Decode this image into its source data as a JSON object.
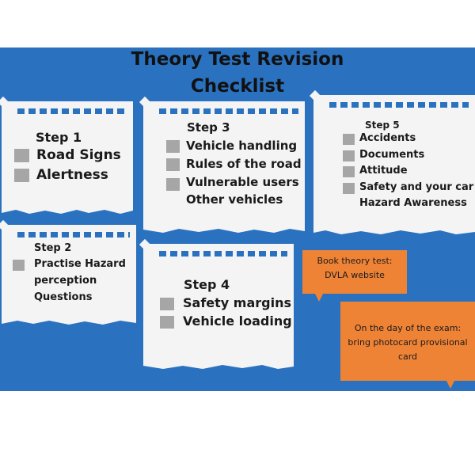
{
  "title": {
    "line1": "Theory Test Revision",
    "line2": "Checklist"
  },
  "colors": {
    "background": "#2a72c0",
    "card": "#f4f4f4",
    "checkbox": "#a6a6a6",
    "note": "#ee8336"
  },
  "steps": {
    "step1": {
      "label": "Step 1",
      "items": [
        "Road Signs",
        "Alertness"
      ]
    },
    "step2": {
      "label": "Step 2",
      "items": [
        "Practise Hazard",
        "perception",
        "Questions"
      ]
    },
    "step3": {
      "label": "Step 3",
      "items": [
        "Vehicle handling",
        "Rules of the road",
        "Vulnerable users",
        "Other vehicles"
      ]
    },
    "step4": {
      "label": "Step 4",
      "items": [
        "Safety margins",
        "Vehicle loading"
      ]
    },
    "step5": {
      "label": "Step 5",
      "items": [
        "Accidents",
        "Documents",
        "Attitude",
        "Safety and your car",
        "Hazard Awareness"
      ]
    }
  },
  "notes": {
    "book": {
      "line1": "Book theory test:",
      "line2": "DVLA website"
    },
    "exam": {
      "line1": "On the day of the exam:",
      "line2": "bring photocard provisional",
      "line3": "card"
    }
  }
}
